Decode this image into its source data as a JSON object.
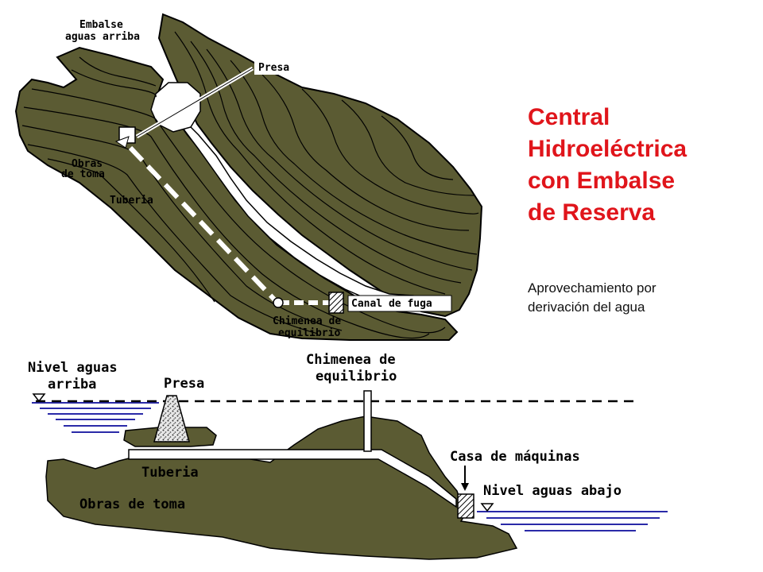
{
  "title": {
    "lines": [
      "Central",
      "Hidroeléctrica",
      "con Embalse",
      "de Reserva"
    ],
    "color": "#e0151b"
  },
  "subtitle": {
    "lines": [
      "Aprovechamiento por",
      "derivación del agua"
    ]
  },
  "colors": {
    "terrain": "#5b5b33",
    "water": "#2a2aa8",
    "text": "#000000"
  },
  "plan_view": {
    "labels": {
      "embalse_line1": "Embalse",
      "embalse_line2": "aguas arriba",
      "presa": "Presa",
      "obras_line1": "Obras",
      "obras_line2": "de toma",
      "tuberia": "Tuberia",
      "canal": "Canal de fuga",
      "chimenea_line1": "Chimenea de",
      "chimenea_line2": "equilibrio"
    }
  },
  "section_view": {
    "labels": {
      "nivel_arriba_line1": "Nivel aguas",
      "nivel_arriba_line2": "arriba",
      "presa": "Presa",
      "chimenea_line1": "Chimenea de",
      "chimenea_line2": "equilibrio",
      "casa": "Casa de máquinas",
      "nivel_abajo": "Nivel aguas abajo",
      "tuberia": "Tuberia",
      "obras": "Obras de toma"
    }
  }
}
